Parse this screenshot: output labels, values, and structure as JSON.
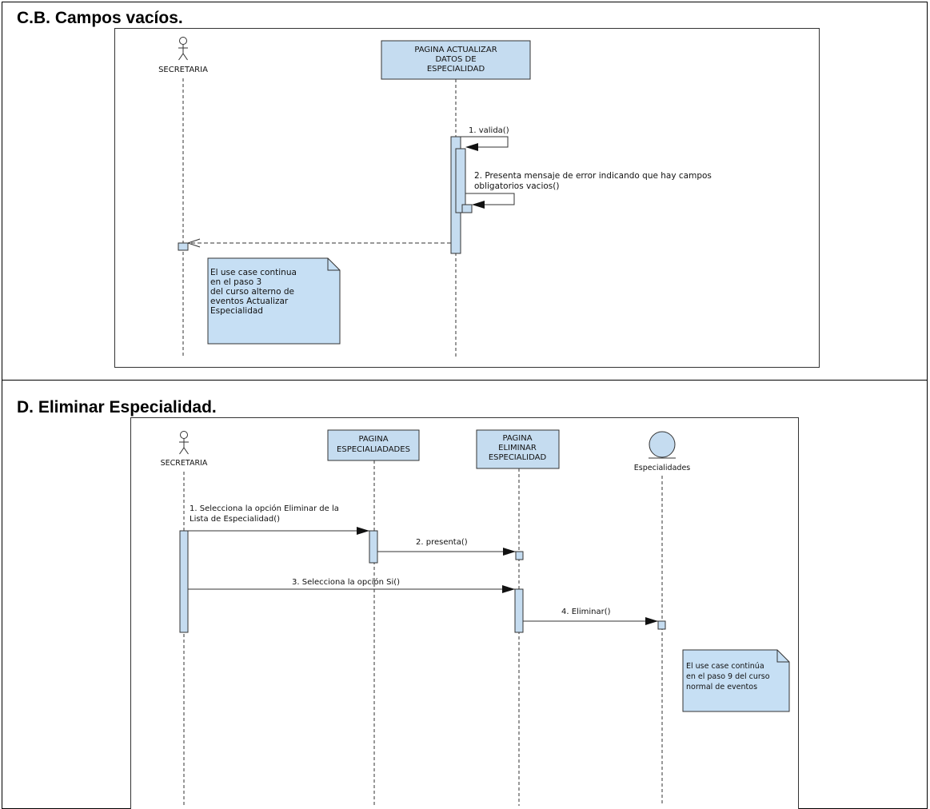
{
  "section_cb": {
    "heading": "C.B. Campos vacíos.",
    "actor": "SECRETARIA",
    "page_box": [
      "PAGINA ACTUALIZAR",
      "DATOS DE",
      "ESPECIALIDAD"
    ],
    "msg1": "1. valida()",
    "msg2": [
      "2. Presenta mensaje de error indicando que hay campos",
      "obligatorios vacios()"
    ],
    "note": [
      "El use case continua",
      "en el paso 3",
      "del  curso alterno de",
      "eventos Actualizar",
      "Especialidad"
    ]
  },
  "section_d": {
    "heading": "D. Eliminar Especialidad.",
    "actor": "SECRETARIA",
    "box1": [
      "PAGINA",
      "ESPECIALIADADES"
    ],
    "box2": [
      "PAGINA",
      "ELIMINAR",
      "ESPECIALIDAD"
    ],
    "entity": "Especialidades",
    "msg1": [
      "1. Selecciona la opción Eliminar de la",
      "Lista de Especialidad()"
    ],
    "msg2": "2. presenta()",
    "msg3": "3. Selecciona la opción Si()",
    "msg4": "4. Eliminar()",
    "note": [
      "El use case continúa",
      "en el paso 9 del curso",
      "normal de eventos"
    ]
  },
  "colors": {
    "box_fill": "#c5dcf0",
    "note_fill": "#c6dff4",
    "line": "#333333"
  }
}
